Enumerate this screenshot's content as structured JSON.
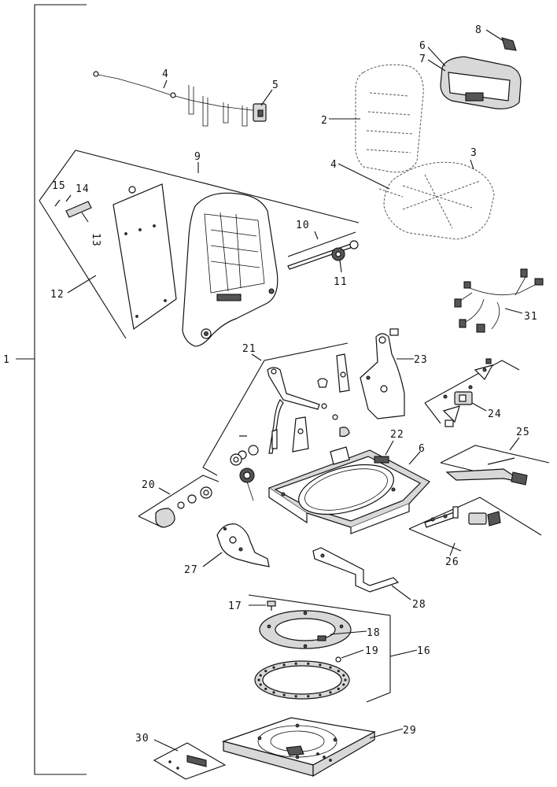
{
  "callouts": {
    "c1": "1",
    "c2": "2",
    "c3": "3",
    "c4a": "4",
    "c4b": "4",
    "c5": "5",
    "c6a": "6",
    "c7": "7",
    "c6b": "6",
    "c8": "8",
    "c9": "9",
    "c10": "10",
    "c11": "11",
    "c12": "12",
    "c13": "13",
    "c14": "14",
    "c15": "15",
    "c16": "16",
    "c17": "17",
    "c18": "18",
    "c19": "19",
    "c20": "20",
    "c21": "21",
    "c22": "22",
    "c23": "23",
    "c24": "24",
    "c25": "25",
    "c26": "26",
    "c27": "27",
    "c28": "28",
    "c29": "29",
    "c30": "30",
    "c31": "31"
  }
}
